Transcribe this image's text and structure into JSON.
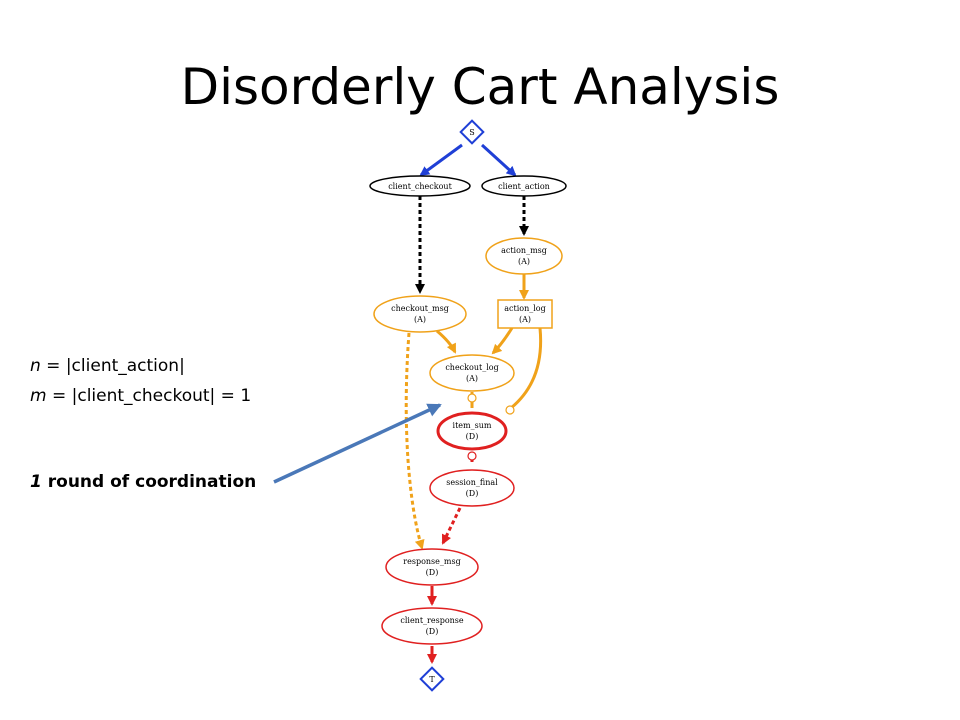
{
  "slide": {
    "title": "Disorderly Cart Analysis"
  },
  "notes": {
    "n_var": "n",
    "n_rest": " = |client_action|",
    "m_var": "m",
    "m_rest": " = |client_checkout| = 1",
    "coord_count": "1",
    "coord_rest": " round of coordination"
  },
  "colors": {
    "blue": "#1f3fd6",
    "black": "#000000",
    "orange": "#f0a21a",
    "red": "#e02020",
    "arrow": "#4a78b8"
  },
  "diagram": {
    "nodes": {
      "s": {
        "label": "S"
      },
      "client_checkout": {
        "label": "client_checkout"
      },
      "client_action": {
        "label": "client_action"
      },
      "action_msg": {
        "label": "action_msg",
        "sub": "(A)"
      },
      "checkout_msg": {
        "label": "checkout_msg",
        "sub": "(A)"
      },
      "action_log": {
        "label": "action_log",
        "sub": "(A)"
      },
      "checkout_log": {
        "label": "checkout_log",
        "sub": "(A)"
      },
      "item_sum": {
        "label": "item_sum",
        "sub": "(D)"
      },
      "session_final": {
        "label": "session_final",
        "sub": "(D)"
      },
      "response_msg": {
        "label": "response_msg",
        "sub": "(D)"
      },
      "client_response": {
        "label": "client_response",
        "sub": "(D)"
      },
      "t": {
        "label": "T"
      }
    }
  }
}
